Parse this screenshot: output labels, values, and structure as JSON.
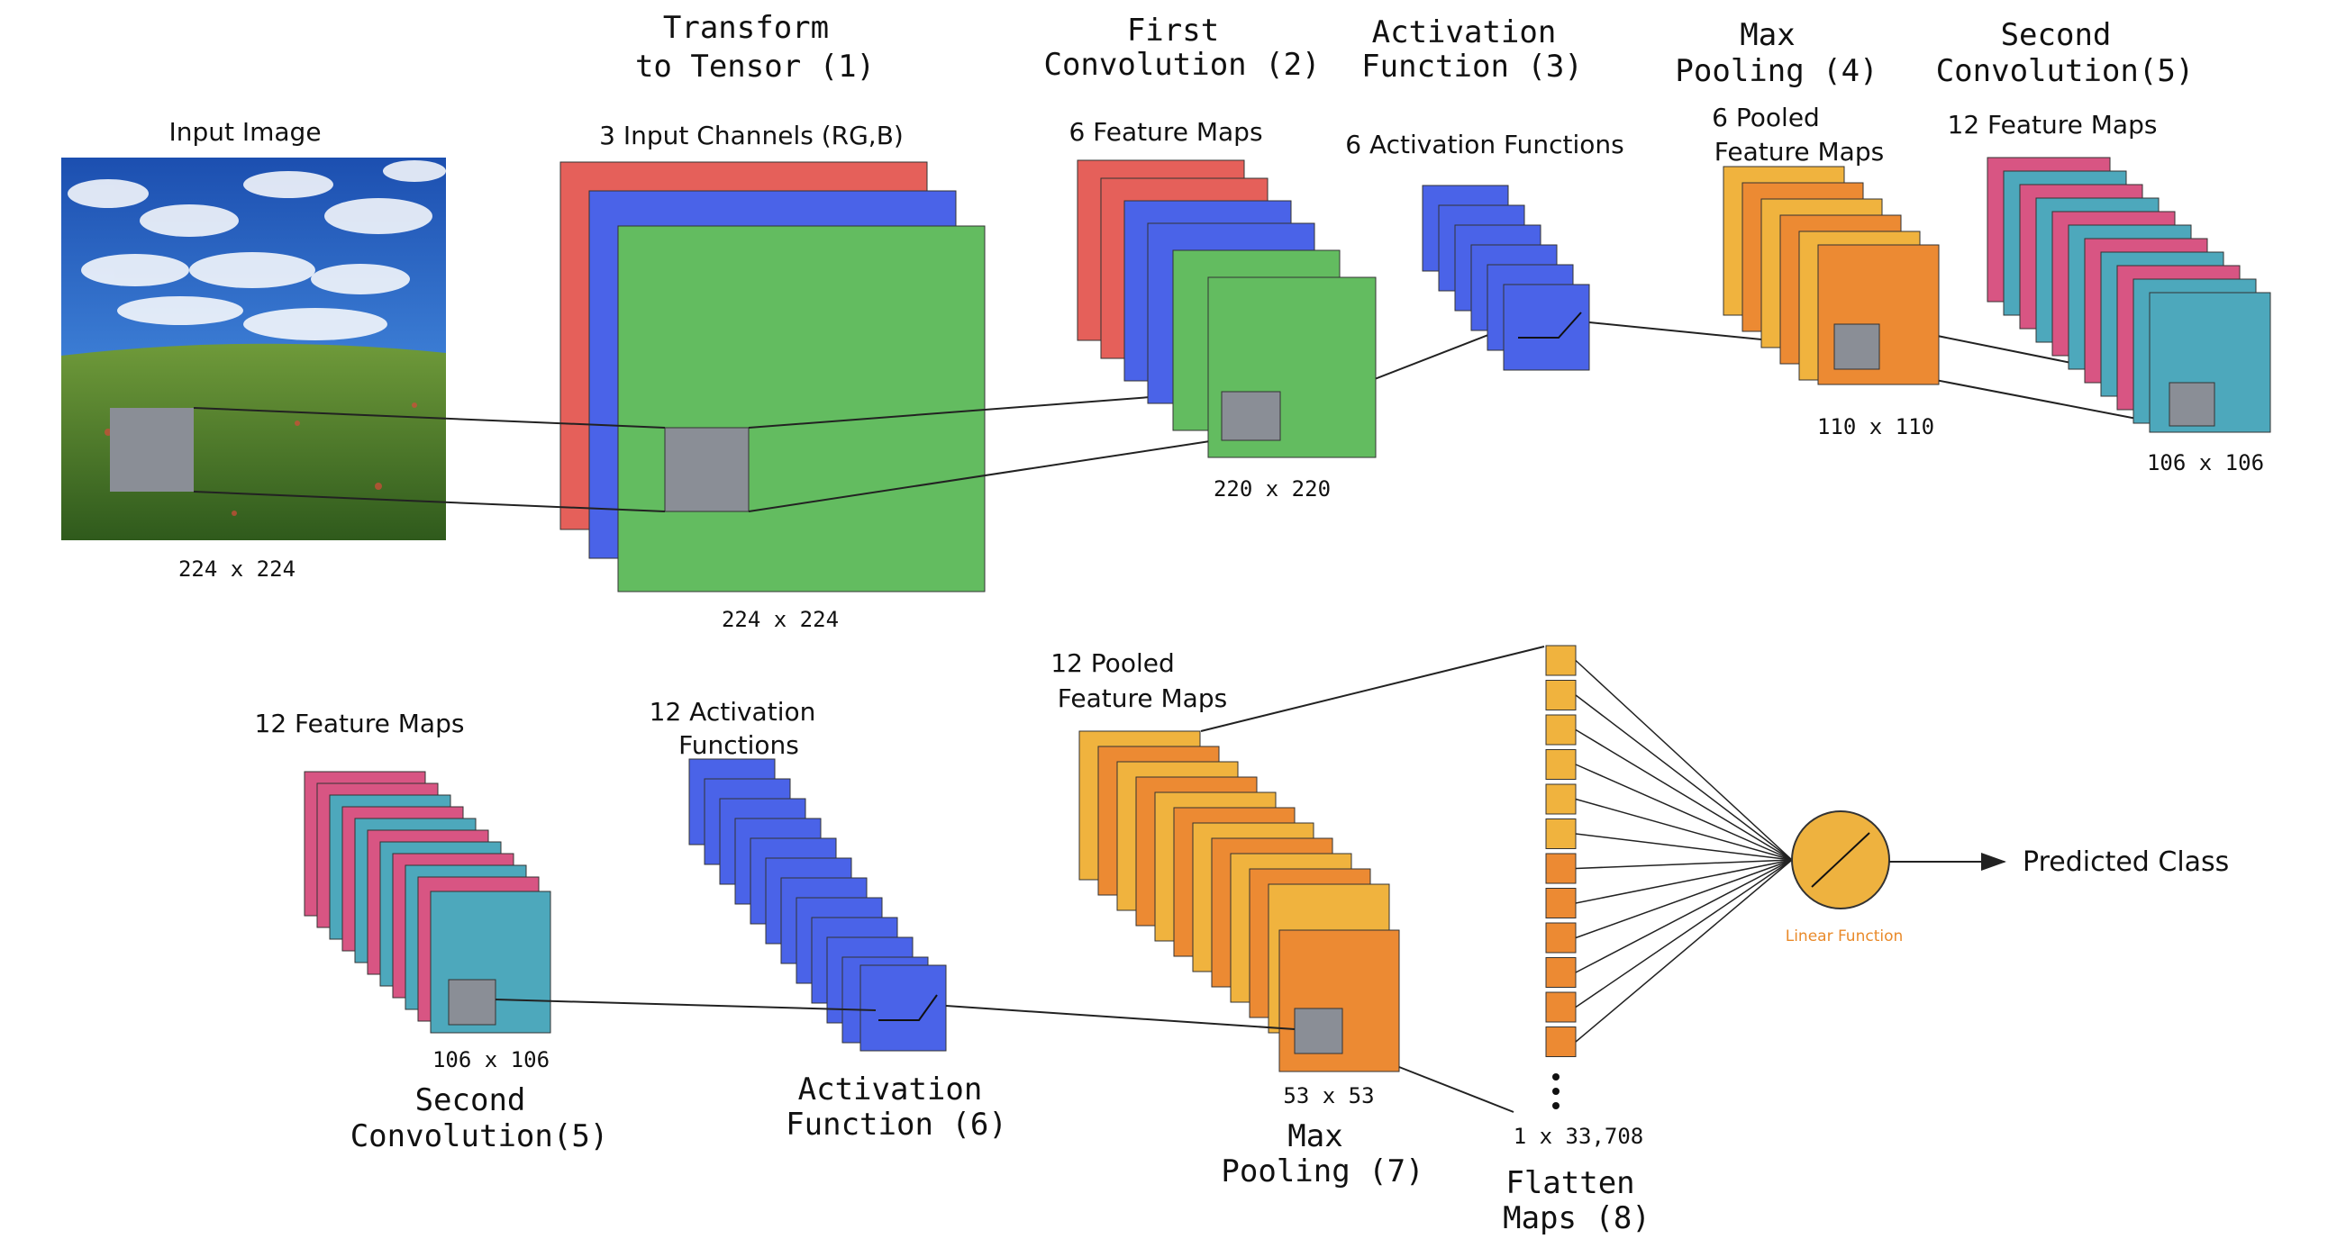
{
  "colors": {
    "red": "#E5605A",
    "blue": "#4A63E8",
    "green": "#63BC60",
    "gray": "#8A8E96",
    "orange_dark": "#EC8A33",
    "orange_light": "#F0B33E",
    "pink": "#D85583",
    "teal": "#4DA8BC",
    "neuron": "#EEB23F"
  },
  "top_row": {
    "input_image": {
      "label": "Input Image",
      "size": "224 x 224"
    },
    "transform": {
      "title_line1": "Transform",
      "title_line2": "to Tensor (1)",
      "label": "3 Input Channels (RG,B)",
      "size": "224 x 224"
    },
    "first_conv": {
      "title_line1": "First",
      "title_line2": "Convolution (2)",
      "label": "6 Feature Maps",
      "size": "220 x 220"
    },
    "activation": {
      "title_line1": "Activation",
      "title_line2": "Function (3)",
      "label": "6 Activation Functions"
    },
    "max_pool": {
      "title_line1": "Max",
      "title_line2": "Pooling (4)",
      "label_line1": "6 Pooled",
      "label_line2": "Feature Maps",
      "size": "110 x 110"
    },
    "second_conv": {
      "title_line1": "Second",
      "title_line2": "Convolution(5)",
      "label": "12 Feature Maps",
      "size": "106 x 106"
    }
  },
  "bottom_row": {
    "second_conv": {
      "label": "12 Feature Maps",
      "size": "106 x 106",
      "title_line1": "Second",
      "title_line2": "Convolution(5)"
    },
    "activation": {
      "label_line1": "12 Activation",
      "label_line2": "Functions",
      "title_line1": "Activation",
      "title_line2": "Function (6)"
    },
    "max_pool": {
      "label_line1": "12 Pooled",
      "label_line2": "Feature Maps",
      "size": "53 x 53",
      "title_line1": "Max",
      "title_line2": "Pooling (7)"
    },
    "flatten": {
      "size": "1 x 33,708",
      "title_line1": "Flatten",
      "title_line2": "Maps (8)"
    },
    "linear": {
      "label": "Linear Function",
      "output": "Predicted Class"
    }
  }
}
